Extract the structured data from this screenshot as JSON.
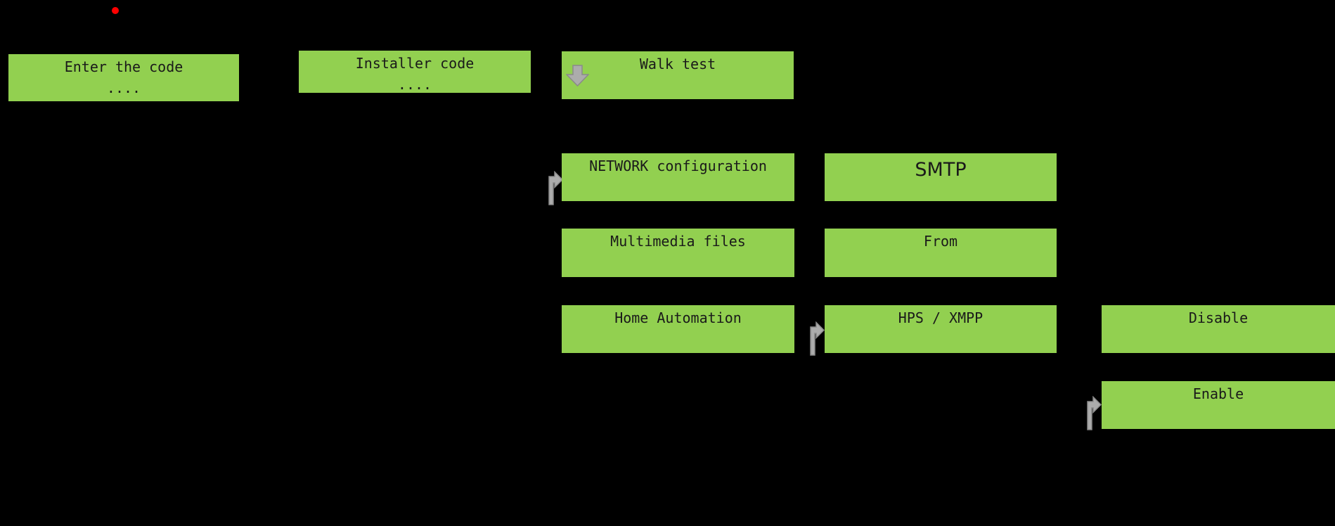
{
  "canvas": {
    "background": "#000000"
  },
  "colors": {
    "box_fill": "#92D050",
    "box_text": "#1A1A1A",
    "arrow_fill": "#ACACAC",
    "arrow_stroke": "#8A8A8A",
    "dot": "#FF0000"
  },
  "indicator": {
    "icon": "red-led-dot"
  },
  "boxes": [
    {
      "key": "enter-the-code",
      "line1": "Enter the code",
      "line2": "...."
    },
    {
      "key": "installer-code",
      "line1": "Installer code",
      "line2": "...."
    },
    {
      "key": "walk-test",
      "line1": "Walk test"
    },
    {
      "key": "network-configuration",
      "line1": "NETWORK configuration"
    },
    {
      "key": "smtp",
      "line1": "SMTP"
    },
    {
      "key": "multimedia-files",
      "line1": "Multimedia files"
    },
    {
      "key": "from",
      "line1": "From"
    },
    {
      "key": "home-automation",
      "line1": "Home Automation"
    },
    {
      "key": "hps-xmpp",
      "line1": "HPS / XMPP"
    },
    {
      "key": "disable",
      "line1": "Disable"
    },
    {
      "key": "enable",
      "line1": "Enable"
    }
  ],
  "icons": {
    "down_arrow": "down-block-arrow",
    "bent_arrow": "bent-up-right-arrow",
    "red_dot": "red-led-indicator"
  }
}
